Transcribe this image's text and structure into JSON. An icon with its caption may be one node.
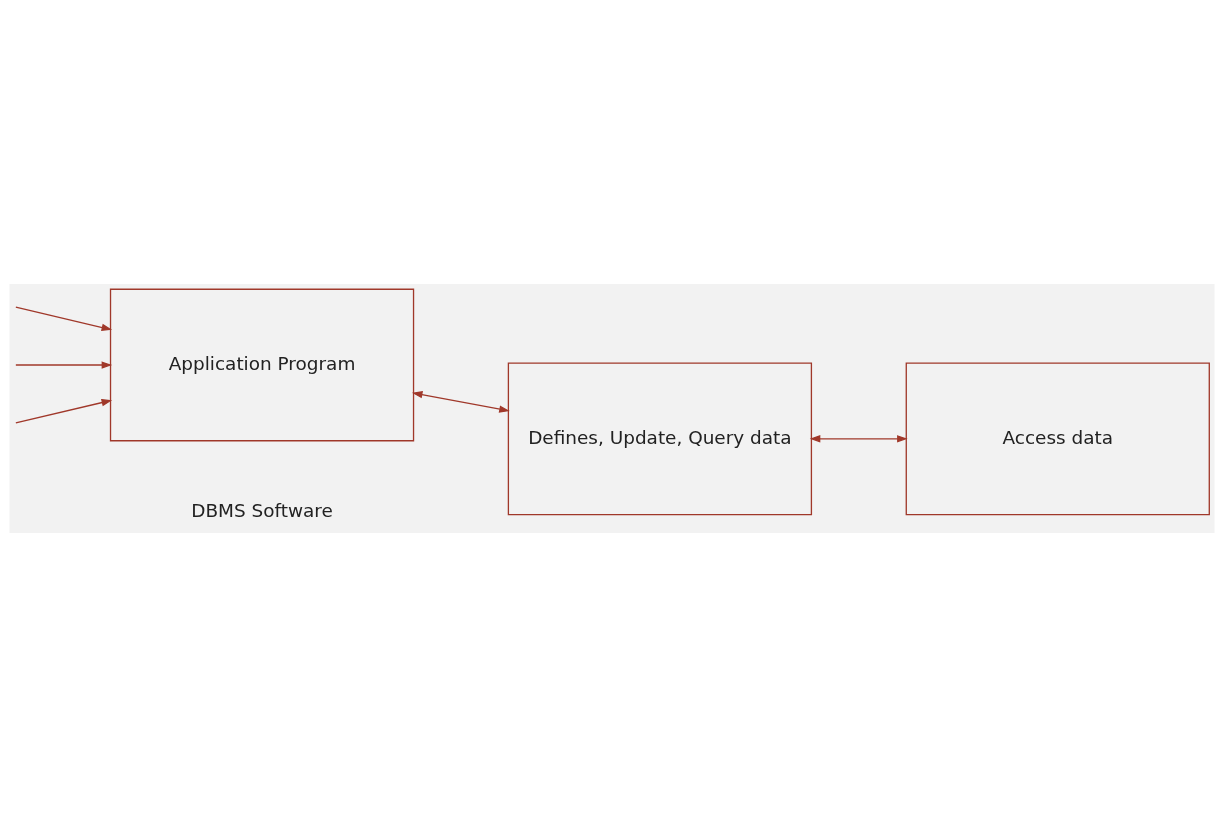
{
  "diagram": {
    "nodes": [
      {
        "text": [
          "Defines, Update, Query data"
        ]
      },
      {
        "text": [
          "Application Program"
        ]
      },
      {
        "text": [
          "Access data"
        ]
      }
    ],
    "edges": [
      {
        "from": null,
        "to": 1,
        "arrow": "to"
      },
      {
        "from": null,
        "to": 1,
        "arrow": "to"
      },
      {
        "from": null,
        "to": 1,
        "arrow": "to"
      },
      {
        "from": 1,
        "to": 0,
        "arrow": "both"
      },
      {
        "from": 0,
        "to": 2,
        "arrow": "both"
      }
    ],
    "labels": [
      "DBMS Software"
    ]
  }
}
